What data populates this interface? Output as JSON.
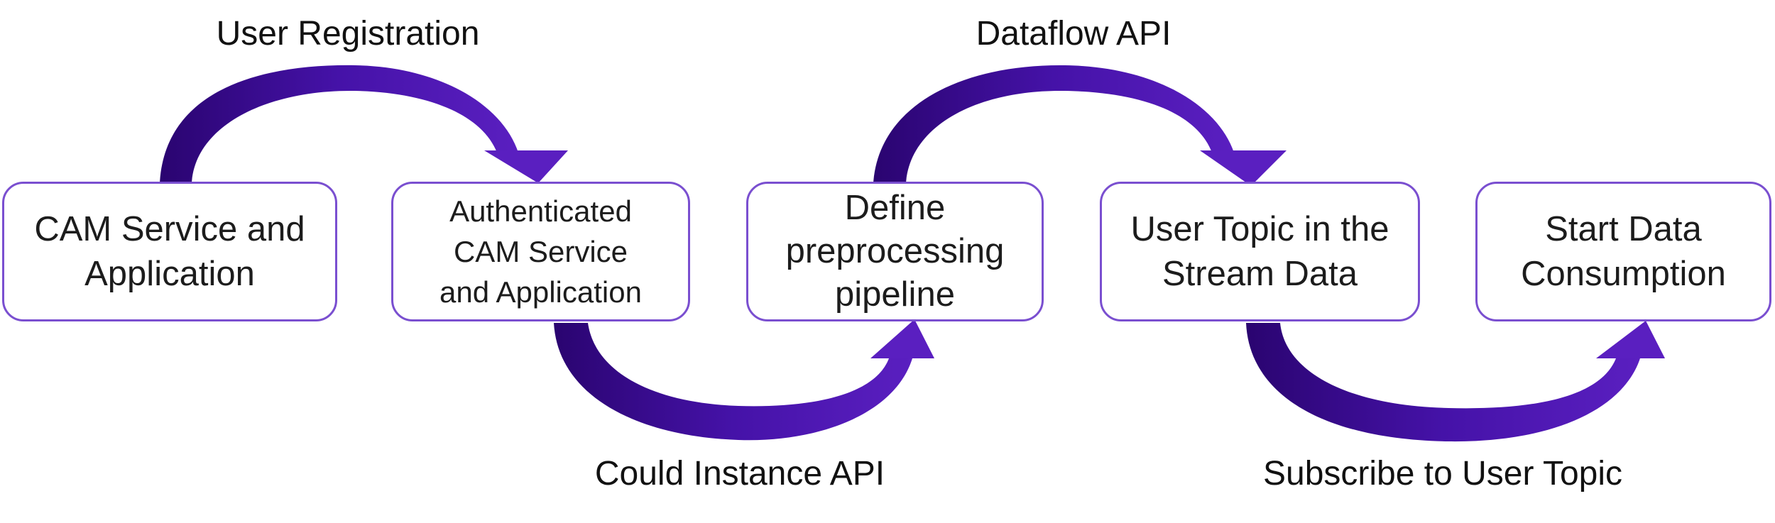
{
  "diagram": {
    "steps": [
      {
        "label": "CAM Service and\nApplication"
      },
      {
        "label": "Authenticated\nCAM Service\nand Application"
      },
      {
        "label": "Define\npreprocessing\npipeline"
      },
      {
        "label": "User Topic in the\nStream Data"
      },
      {
        "label": "Start Data\nConsumption"
      }
    ],
    "transitions": [
      {
        "label": "User Registration"
      },
      {
        "label": "Could Instance API"
      },
      {
        "label": "Dataflow API"
      },
      {
        "label": "Subscribe to User Topic"
      }
    ],
    "colors": {
      "arrow_dark": "#2e0575",
      "arrow_light": "#5a1fc0",
      "box_border": "#7a4fd0",
      "text": "#1c1c1c"
    }
  }
}
